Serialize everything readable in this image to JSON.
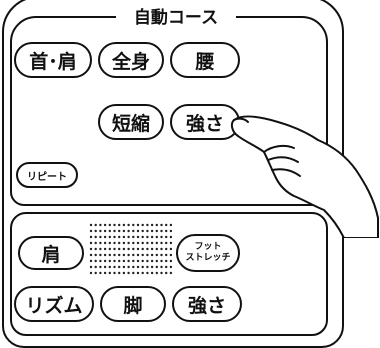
{
  "header": {
    "title": "自動コース"
  },
  "top_panel": {
    "buttons": {
      "neck_shoulder": "首･肩",
      "whole_body": "全身",
      "waist": "腰",
      "shorten": "短縮",
      "strength_top": "強さ",
      "repeat": "リピート"
    }
  },
  "bottom_panel": {
    "buttons": {
      "shoulder": "肩",
      "foot_stretch_line1": "フット",
      "foot_stretch_line2": "ストレッチ",
      "rhythm": "リズム",
      "leg": "脚",
      "strength_bottom": "強さ"
    }
  },
  "icons": [
    "hand-pointing-icon",
    "speaker-grille-icon"
  ]
}
